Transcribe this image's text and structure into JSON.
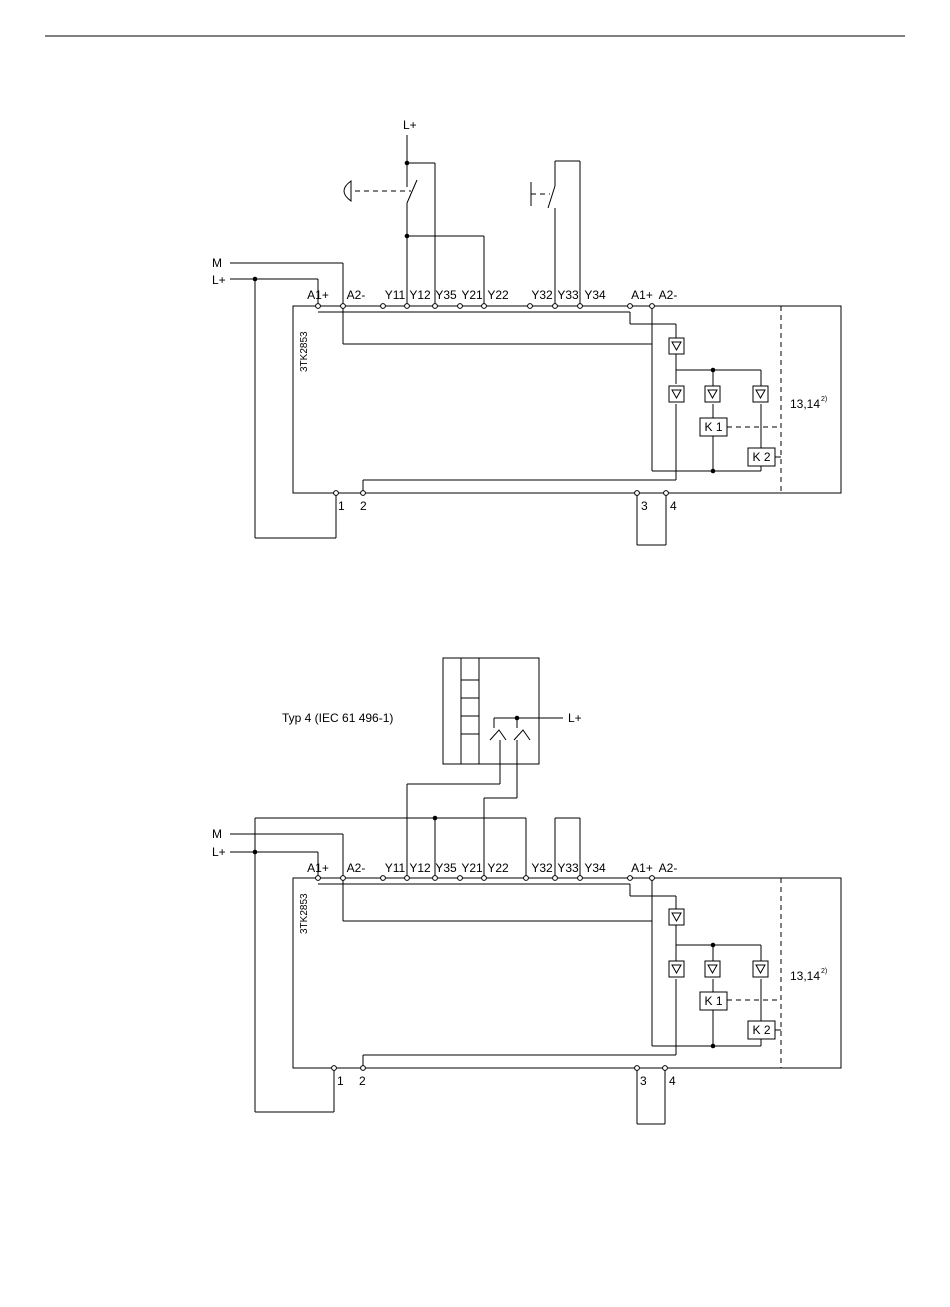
{
  "diagrams": [
    {
      "supply": {
        "top_label": "L+",
        "m_label": "M",
        "lplus_label": "L+"
      },
      "module": {
        "type_label": "3TK2853",
        "output_label": "13,14",
        "output_sup": "2)"
      },
      "terminals_top": [
        "A1+",
        "A2-",
        "Y11",
        "Y12",
        "Y35",
        "Y21",
        "Y22",
        "Y32",
        "Y33",
        "Y34",
        "A1+",
        "A2-"
      ],
      "terminals_bottom": [
        "1",
        "2",
        "3",
        "4"
      ],
      "relays": [
        "K 1",
        "K 2"
      ]
    },
    {
      "supply": {
        "m_label": "M",
        "lplus_label": "L+"
      },
      "sensor": {
        "label": "Typ 4 (IEC 61 496-1)",
        "supply_label": "L+"
      },
      "module": {
        "type_label": "3TK2853",
        "output_label": "13,14",
        "output_sup": "2)"
      },
      "terminals_top": [
        "A1+",
        "A2-",
        "Y11",
        "Y12",
        "Y35",
        "Y21",
        "Y22",
        "Y32",
        "Y33",
        "Y34",
        "A1+",
        "A2-"
      ],
      "terminals_bottom": [
        "1",
        "2",
        "3",
        "4"
      ],
      "relays": [
        "K 1",
        "K 2"
      ]
    }
  ]
}
